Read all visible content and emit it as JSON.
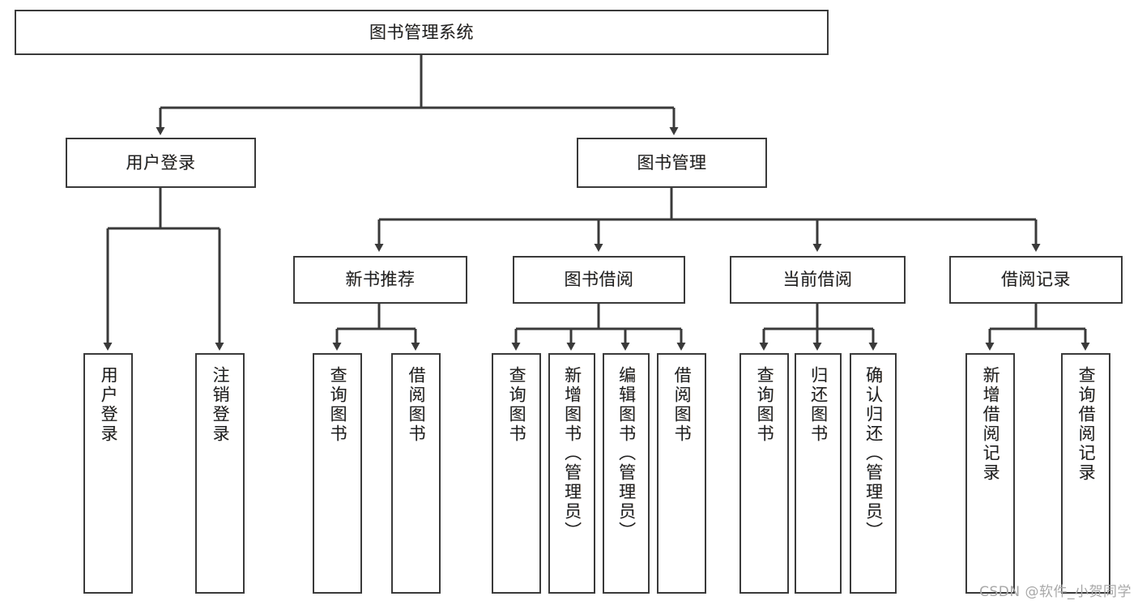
{
  "diagram": {
    "title": "图书管理系统",
    "type": "tree",
    "watermark": "CSDN @软件_小贺同学",
    "colors": {
      "node_border": "#3a3a3a",
      "node_fill": "#ffffff",
      "edge": "#3a3a3a",
      "background": "#ffffff",
      "watermark": "#a8a8a8"
    },
    "root": {
      "label": "图书管理系统"
    },
    "level2": [
      {
        "label": "用户登录"
      },
      {
        "label": "图书管理"
      }
    ],
    "level3": [
      {
        "label": "新书推荐"
      },
      {
        "label": "图书借阅"
      },
      {
        "label": "当前借阅"
      },
      {
        "label": "借阅记录"
      }
    ],
    "leaves": {
      "user_login": [
        {
          "label": "用户登录"
        },
        {
          "label": "注销登录"
        }
      ],
      "new_book_recommend": [
        {
          "label": "查询图书"
        },
        {
          "label": "借阅图书"
        }
      ],
      "book_borrow": [
        {
          "label": "查询图书"
        },
        {
          "label": "新增图书（管理员）"
        },
        {
          "label": "编辑图书（管理员）"
        },
        {
          "label": "借阅图书"
        }
      ],
      "current_borrow": [
        {
          "label": "查询图书"
        },
        {
          "label": "归还图书"
        },
        {
          "label": "确认归还（管理员）"
        }
      ],
      "borrow_record": [
        {
          "label": "新增借阅记录"
        },
        {
          "label": "查询借阅记录"
        }
      ]
    }
  }
}
